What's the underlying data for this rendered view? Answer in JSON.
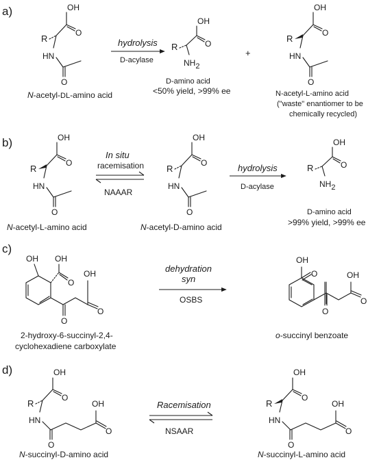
{
  "panels": {
    "a": {
      "letter": "a)",
      "reactant_caption": [
        "N",
        "-acetyl-",
        "DL",
        "-amino acid"
      ],
      "arrow_top": "hydrolysis",
      "arrow_bottom": "D-acylase",
      "plus": "+",
      "product1_caption": [
        "D-amino acid",
        "<50% yield, >99% ee"
      ],
      "product2_caption": [
        "N-acetyl-L-amino acid",
        "(\"waste\" enantiomer to be",
        "chemically recycled)"
      ]
    },
    "b": {
      "letter": "b)",
      "eq_top": [
        "In situ",
        "racemisation"
      ],
      "eq_bottom": "NAAAR",
      "arrow_top": "hydrolysis",
      "arrow_bottom": "D-acylase",
      "caption1": "N-acetyl-L-amino acid",
      "caption2": "N-acetyl-D-amino acid",
      "caption3": [
        "D-amino acid",
        ">99% yield, >99% ee"
      ]
    },
    "c": {
      "letter": "c)",
      "arrow_top": [
        "dehydration",
        "syn"
      ],
      "arrow_bottom": "OSBS",
      "caption1": [
        "2-hydroxy-6-succinyl-2,4-",
        "cyclohexadiene carboxylate"
      ],
      "caption2": "o-succinyl benzoate"
    },
    "d": {
      "letter": "d)",
      "eq_top": "Racemisation",
      "eq_bottom": "NSAAR",
      "caption1": "N-succinyl-D-amino acid",
      "caption2": "N-succinyl-L-amino acid"
    }
  },
  "atoms": {
    "R": "R",
    "OH": "OH",
    "O": "O",
    "HN": "HN",
    "NH": "NH",
    "sub2": "2"
  }
}
